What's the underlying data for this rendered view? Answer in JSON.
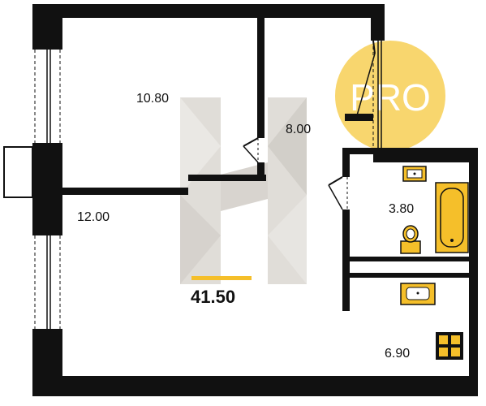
{
  "plan": {
    "rooms": [
      {
        "id": "bedroom",
        "area": "10.80"
      },
      {
        "id": "kitchen-niche",
        "area": "8.00"
      },
      {
        "id": "living-room",
        "area": "12.00"
      },
      {
        "id": "bathroom",
        "area": "3.80"
      },
      {
        "id": "hallway",
        "area": "6.90"
      }
    ],
    "total_area": "41.50",
    "badge": "PRO"
  },
  "colors": {
    "wall": "#111111",
    "fixture": "#f5bf2a",
    "badge": "#f7cf55",
    "watermark": "#d6d2cc",
    "background": "#ffffff"
  }
}
